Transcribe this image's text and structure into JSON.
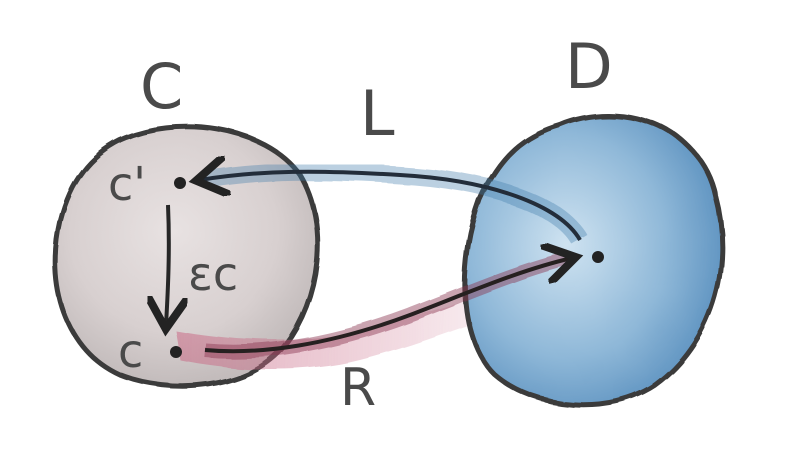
{
  "category_c": {
    "name": "C",
    "object_top": "c'",
    "object_bottom": "c",
    "morphism": "εc",
    "fill_color": "#d9d2d2"
  },
  "category_d": {
    "name": "D",
    "fill_color": "#8fb8d8"
  },
  "functor_left": {
    "name": "L",
    "color": "#2f5f8a"
  },
  "functor_right": {
    "name": "R",
    "color": "#7d2f45"
  }
}
